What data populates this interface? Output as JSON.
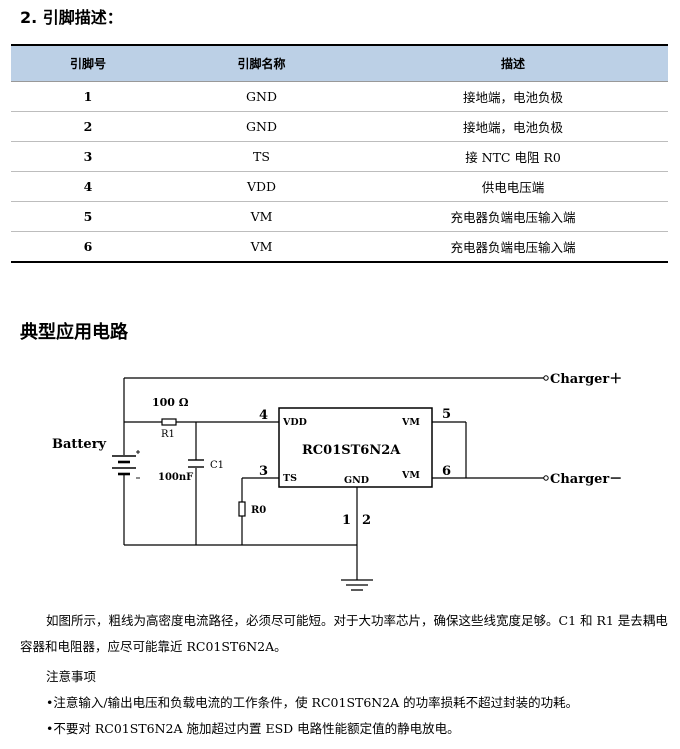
{
  "pin_section": {
    "title": "2. 引脚描述：",
    "headers": [
      "引脚号",
      "引脚名称",
      "描述"
    ],
    "rows": [
      {
        "pin": "1",
        "name": "GND",
        "desc": "接地端，电池负极"
      },
      {
        "pin": "2",
        "name": "GND",
        "desc": "接地端，电池负极"
      },
      {
        "pin": "3",
        "name": "TS",
        "desc": "接 NTC 电阻 R0"
      },
      {
        "pin": "4",
        "name": "VDD",
        "desc": "供电电压端"
      },
      {
        "pin": "5",
        "name": "VM",
        "desc": "充电器负端电压输入端"
      },
      {
        "pin": "6",
        "name": "VM",
        "desc": "充电器负端电压输入端"
      }
    ]
  },
  "circuit_section": {
    "title": "典型应用电路",
    "labels": {
      "charger_plus": "Charger＋",
      "charger_minus": "Charger－",
      "battery": "Battery",
      "r1_value": "100 Ω",
      "r1": "R1",
      "c1": "C1",
      "c1_value": "100nF",
      "r0": "R0",
      "chip": "RC01ST6N2A",
      "pin_vdd": "VDD",
      "pin_ts": "TS",
      "pin_gnd": "GND",
      "pin_vm_top": "VM",
      "pin_vm_bottom": "VM",
      "pin4": "4",
      "pin3": "3",
      "pin5": "5",
      "pin6": "6",
      "pin1": "1",
      "pin2": "2"
    }
  },
  "paragraphs": {
    "p1": "如图所示，粗线为高密度电流路径，必须尽可能短。对于大功率芯片，确保这些线宽度足够。C1 和 R1 是去耦电容器和电阻器，应尽可能靠近 RC01ST6N2A。",
    "note_title": "注意事项",
    "note1": "•注意输入/输出电压和负载电流的工作条件，使 RC01ST6N2A 的功率损耗不超过封装的功耗。",
    "note2": "•不要对 RC01ST6N2A 施加超过内置 ESD 电路性能额定值的静电放电。"
  }
}
